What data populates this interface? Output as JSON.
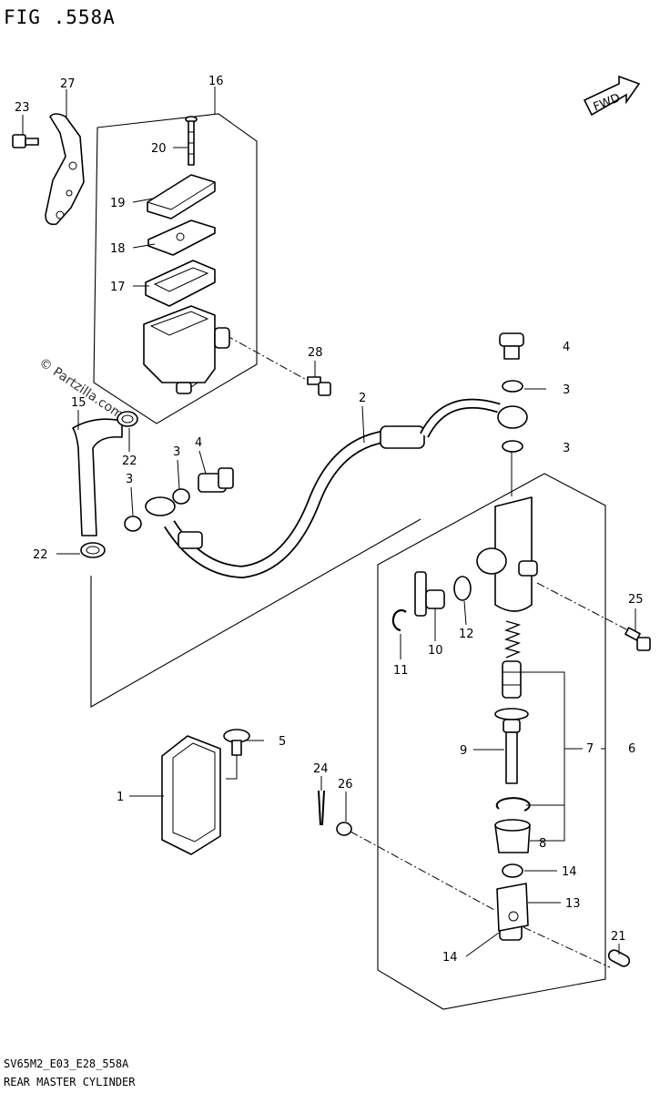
{
  "figure_label": "FIG .558A",
  "watermark": "© Partzilla.com",
  "direction_badge": "FWD",
  "footer": {
    "code": "SV65M2_E03_E28_558A",
    "caption": "REAR MASTER CYLINDER"
  },
  "callouts": {
    "c1": "1",
    "c2": "2",
    "c3a": "3",
    "c3b": "3",
    "c3c": "3",
    "c3d": "3",
    "c4a": "4",
    "c4b": "4",
    "c5": "5",
    "c6": "6",
    "c7": "7",
    "c8": "8",
    "c9": "9",
    "c10": "10",
    "c11": "11",
    "c12": "12",
    "c13": "13",
    "c14a": "14",
    "c14b": "14",
    "c15": "15",
    "c16": "16",
    "c17": "17",
    "c18": "18",
    "c19": "19",
    "c20": "20",
    "c21": "21",
    "c22a": "22",
    "c22b": "22",
    "c23": "23",
    "c24": "24",
    "c25": "25",
    "c26": "26",
    "c27": "27",
    "c28": "28"
  }
}
